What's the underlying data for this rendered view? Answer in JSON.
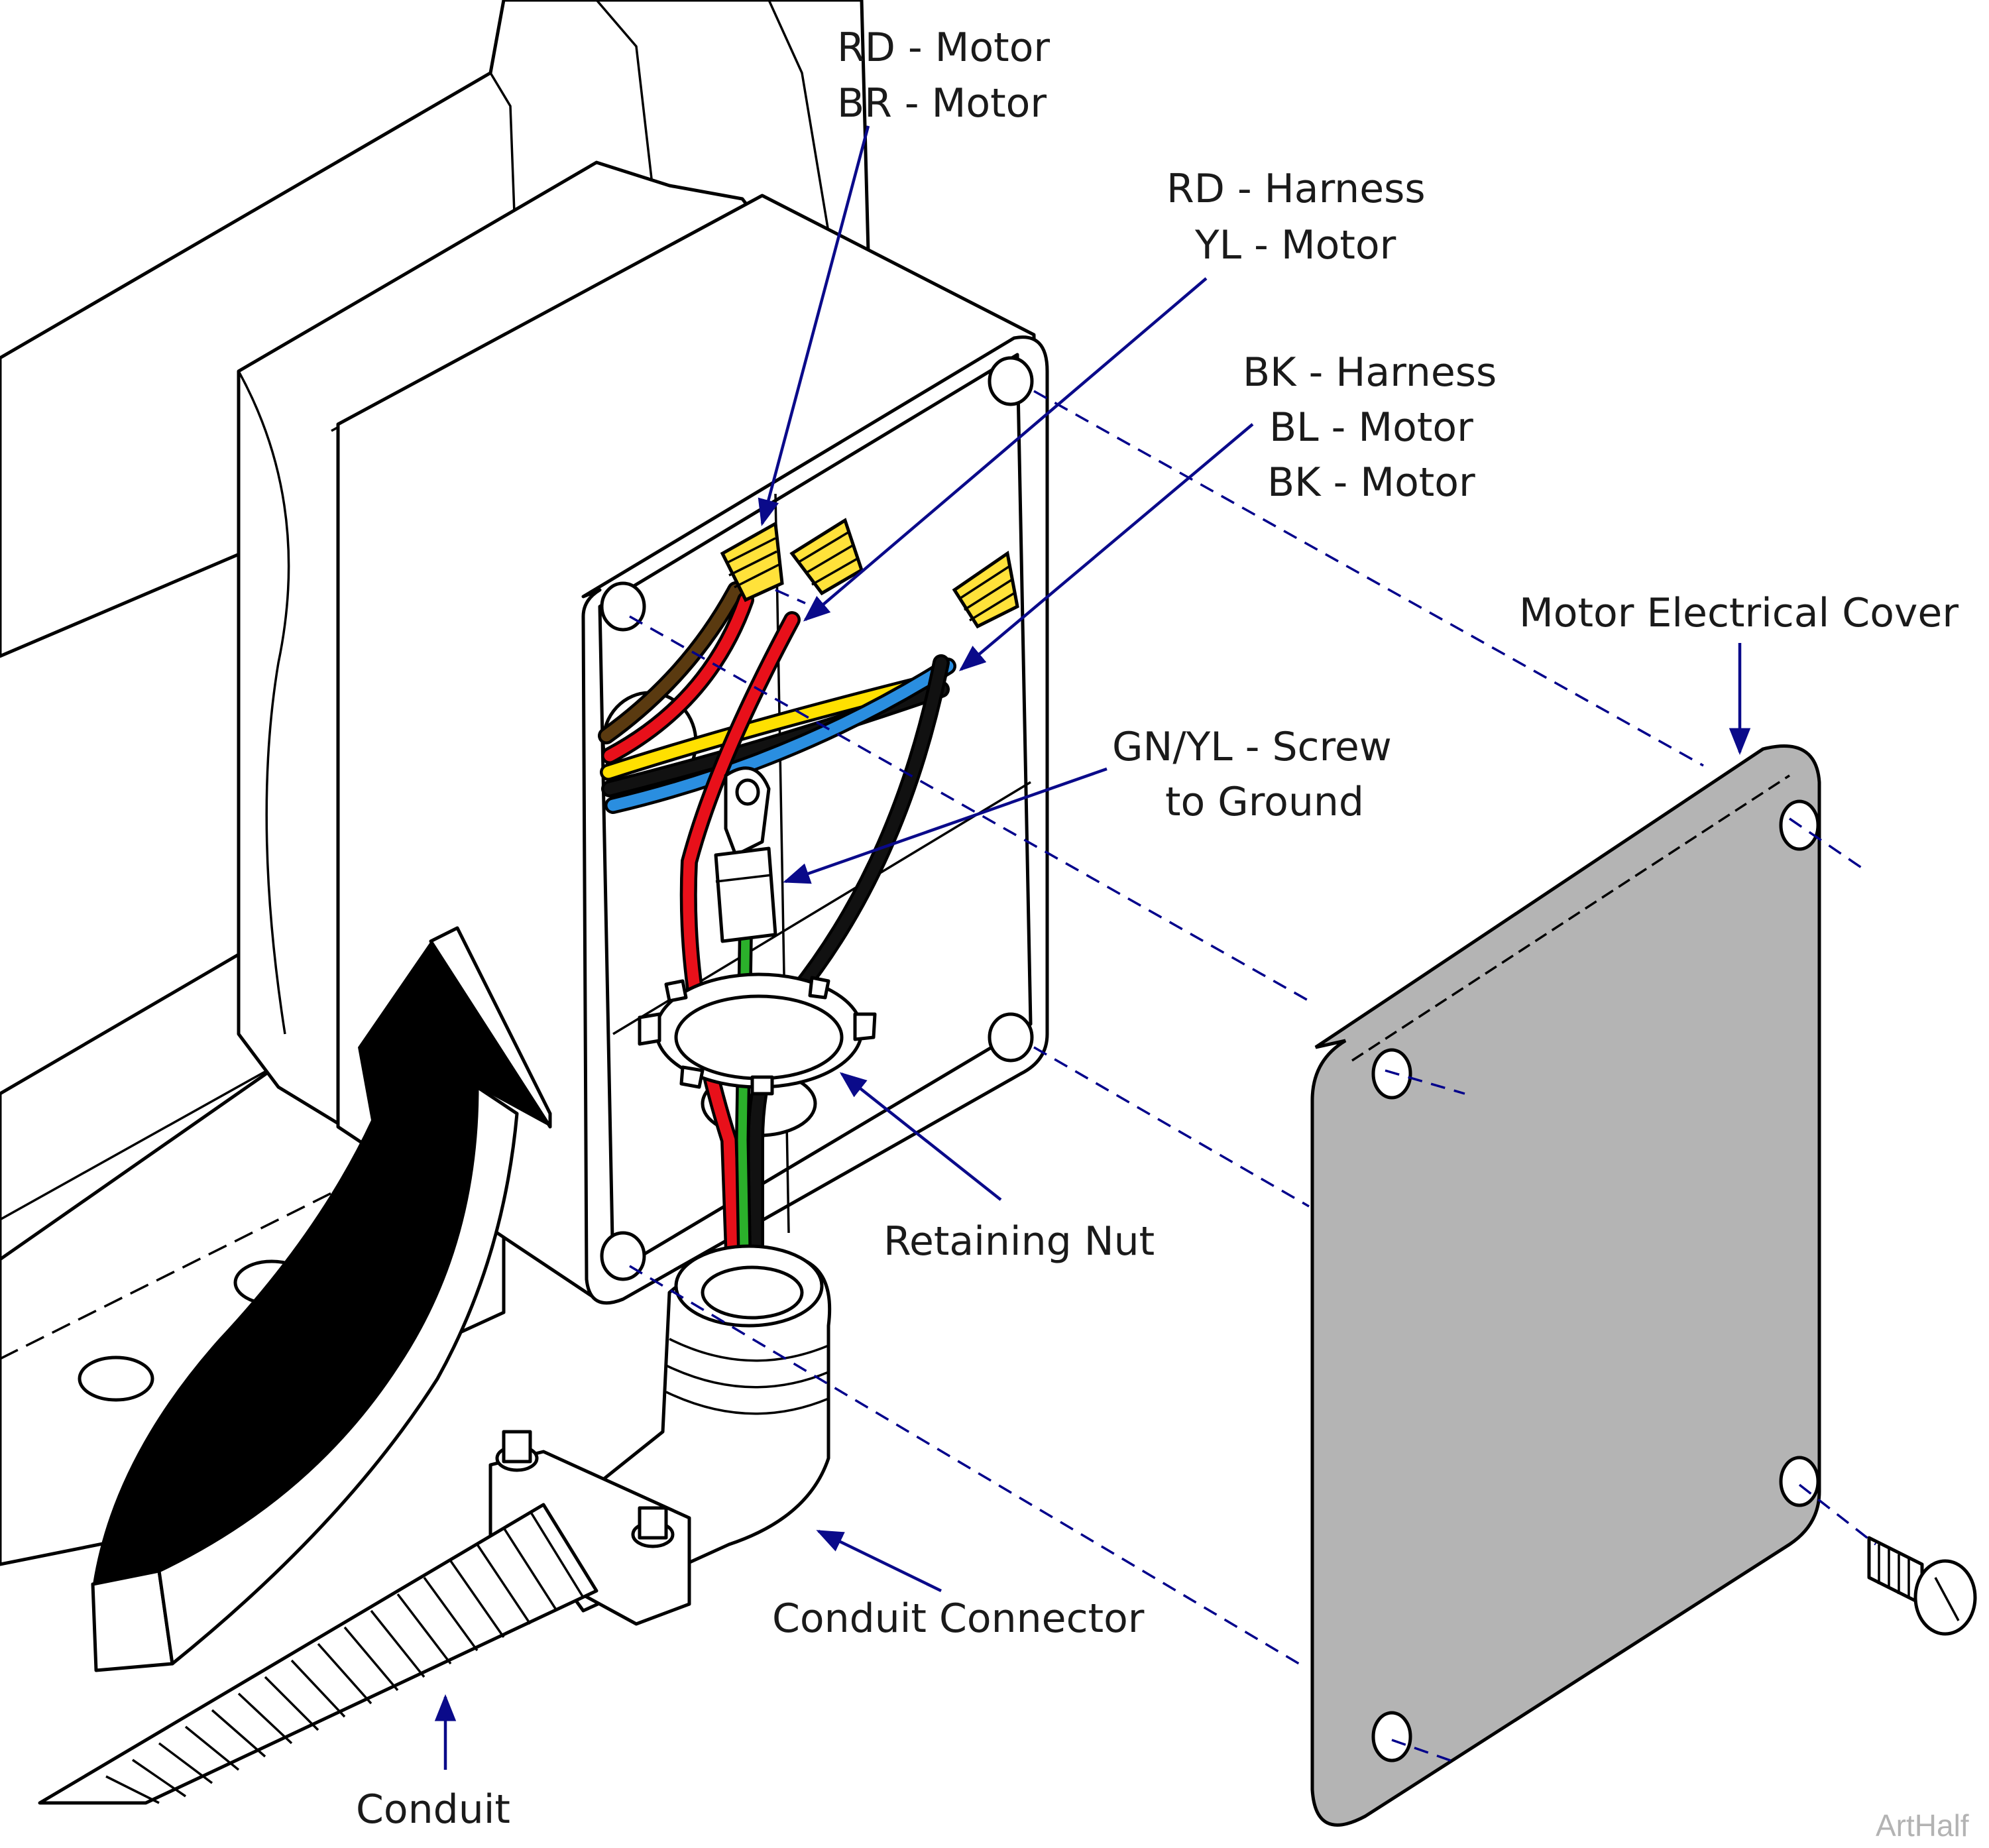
{
  "labels": {
    "rd_motor": "RD - Motor",
    "br_motor": "BR - Motor",
    "rd_harness": "RD - Harness",
    "yl_motor": "YL - Motor",
    "bk_harness": "BK - Harness",
    "bl_motor": "BL - Motor",
    "bk_motor": "BK - Motor",
    "motor_cover": "Motor Electrical Cover",
    "gnyl_screw": "GN/YL - Screw",
    "to_ground": "to Ground",
    "retaining_nut": "Retaining Nut",
    "conduit_connector": "Conduit Connector",
    "conduit": "Conduit"
  },
  "watermark": "ArtHalf",
  "colors": {
    "leader": "#0a0a8a",
    "wire_red": "#e8101a",
    "wire_brown": "#5a3a10",
    "wire_yellow": "#ffe000",
    "wire_blue": "#2a8ee0",
    "wire_black": "#111111",
    "wire_green": "#2bb02b",
    "wire_nut": "#ffe23a",
    "cover_gray": "#b4b4b4",
    "connector_gray": "#a8a8a8"
  }
}
